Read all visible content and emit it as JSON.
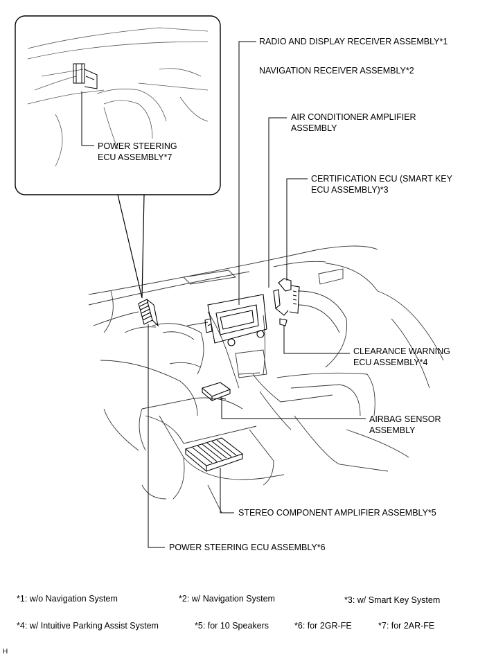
{
  "callouts": {
    "radio": "RADIO AND DISPLAY RECEIVER ASSEMBLY*1",
    "navigation": "NAVIGATION RECEIVER ASSEMBLY*2",
    "air_conditioner_line1": "AIR CONDITIONER AMPLIFIER",
    "air_conditioner_line2": "ASSEMBLY",
    "certification_line1": "CERTIFICATION ECU (SMART KEY",
    "certification_line2": "ECU ASSEMBLY)*3",
    "inset_power_steering_line1": "POWER STEERING",
    "inset_power_steering_line2": "ECU ASSEMBLY*7",
    "clearance_line1": "CLEARANCE WARNING",
    "clearance_line2": "ECU ASSEMBLY*4",
    "airbag_line1": "AIRBAG SENSOR",
    "airbag_line2": "ASSEMBLY",
    "stereo_amp": "STEREO COMPONENT AMPLIFIER ASSEMBLY*5",
    "power_steering_6": "POWER STEERING ECU ASSEMBLY*6"
  },
  "footnotes": {
    "n1": "*1: w/o Navigation System",
    "n2": "*2: w/ Navigation System",
    "n3": "*3: w/ Smart Key System",
    "n4": "*4: w/ Intuitive Parking Assist System",
    "n5": "*5: for 10 Speakers",
    "n6": "*6: for 2GR-FE",
    "n7": "*7: for 2AR-FE"
  },
  "figure_code": "H"
}
